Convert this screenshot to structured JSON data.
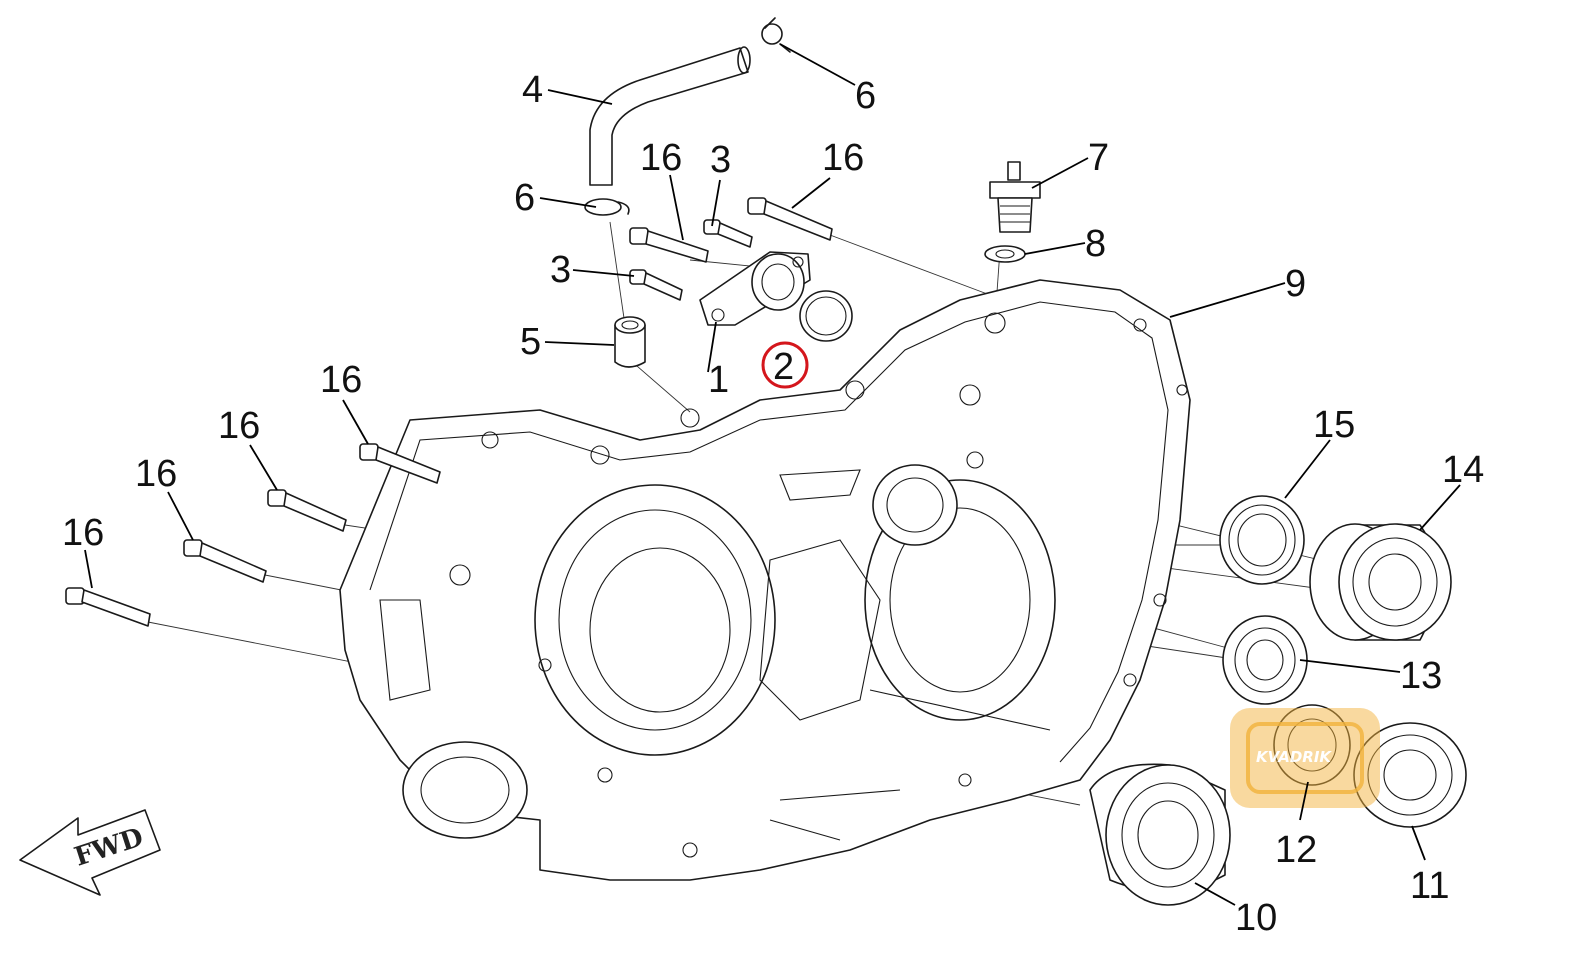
{
  "callouts": [
    {
      "id": "c1",
      "label": "1"
    },
    {
      "id": "c2",
      "label": "2",
      "highlighted": true
    },
    {
      "id": "c3a",
      "label": "3"
    },
    {
      "id": "c3b",
      "label": "3"
    },
    {
      "id": "c4",
      "label": "4"
    },
    {
      "id": "c5",
      "label": "5"
    },
    {
      "id": "c6a",
      "label": "6"
    },
    {
      "id": "c6b",
      "label": "6"
    },
    {
      "id": "c7",
      "label": "7"
    },
    {
      "id": "c8",
      "label": "8"
    },
    {
      "id": "c9",
      "label": "9"
    },
    {
      "id": "c10",
      "label": "10"
    },
    {
      "id": "c11",
      "label": "11"
    },
    {
      "id": "c12",
      "label": "12"
    },
    {
      "id": "c13",
      "label": "13"
    },
    {
      "id": "c14",
      "label": "14"
    },
    {
      "id": "c15",
      "label": "15"
    },
    {
      "id": "c16a",
      "label": "16"
    },
    {
      "id": "c16b",
      "label": "16"
    },
    {
      "id": "c16c",
      "label": "16"
    },
    {
      "id": "c16d",
      "label": "16"
    },
    {
      "id": "c16e",
      "label": "16"
    },
    {
      "id": "c16f",
      "label": "16"
    }
  ],
  "direction_arrow": {
    "label": "FWD"
  },
  "watermark": {
    "text": "KVADRIK",
    "color": "#f2b33d"
  },
  "colors": {
    "highlight": "#d4161c",
    "line": "#1a1a1a"
  }
}
